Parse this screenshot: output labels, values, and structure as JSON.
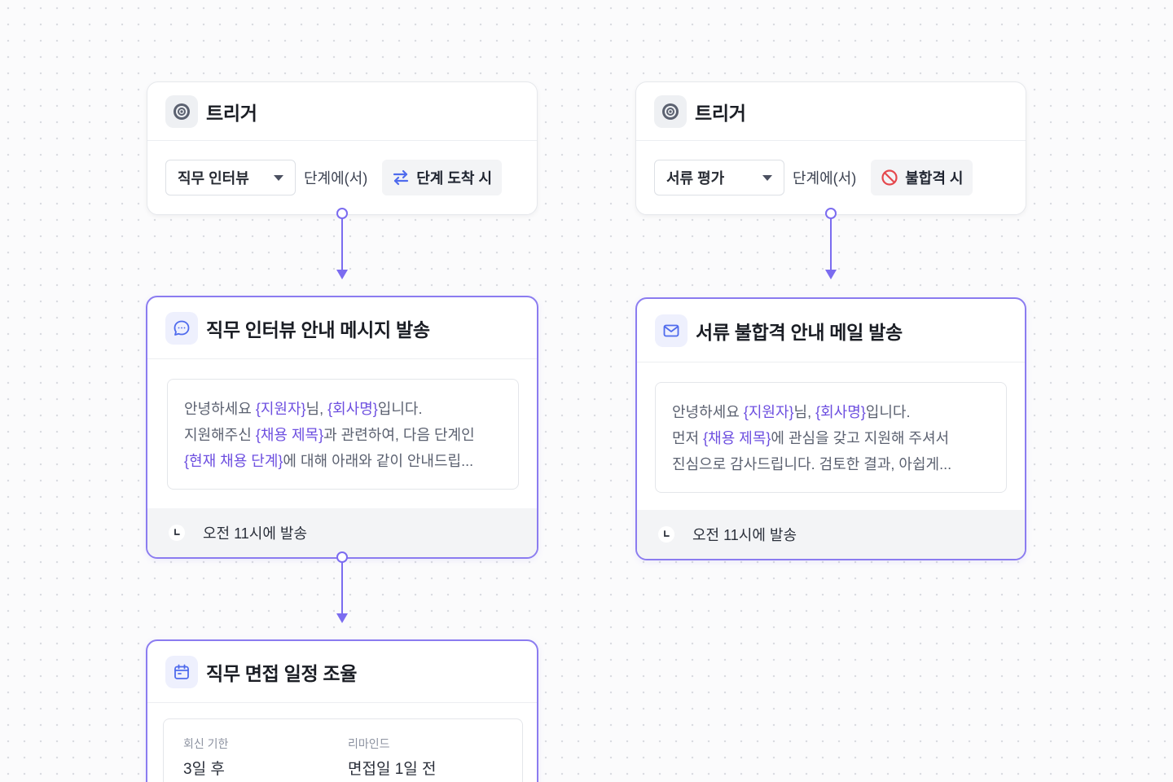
{
  "flows": [
    {
      "trigger": {
        "title": "트리거",
        "icon": "target-icon",
        "stage_select": "직무 인터뷰",
        "stage_text": "단계에(서)",
        "event_label": "단계 도착 시",
        "event_icon": "swap-arrows-icon"
      },
      "action": {
        "title": "직무 인터뷰 안내 메시지 발송",
        "icon": "chat-bubble-icon",
        "message": {
          "line1": {
            "t1": "안녕하세요 ",
            "v1": "{지원자}",
            "t2": "님, ",
            "v2": "{회사명}",
            "t3": "입니다."
          },
          "line2": {
            "t1": "지원해주신 ",
            "v1": "{채용 제목}",
            "t2": "과 관련하여, 다음 단계인"
          },
          "line3": {
            "v1": "{현재 채용 단계}",
            "t1": "에 대해 아래와 같이 안내드립..."
          }
        },
        "footer": "오전 11시에 발송"
      },
      "next_action": {
        "title": "직무 면접 일정 조율",
        "icon": "calendar-icon",
        "fields": [
          {
            "label": "회신 기한",
            "value": "3일 후"
          },
          {
            "label": "리마인드",
            "value": "면접일 1일 전"
          }
        ]
      }
    },
    {
      "trigger": {
        "title": "트리거",
        "icon": "target-icon",
        "stage_select": "서류 평가",
        "stage_text": "단계에(서)",
        "event_label": "불합격 시",
        "event_icon": "prohibited-icon"
      },
      "action": {
        "title": "서류 불합격 안내 메일 발송",
        "icon": "mail-icon",
        "message": {
          "line1": {
            "t1": "안녕하세요 ",
            "v1": "{지원자}",
            "t2": "님, ",
            "v2": "{회사명}",
            "t3": "입니다."
          },
          "line2": {
            "t1": "먼저 ",
            "v1": "{채용 제목}",
            "t2": "에 관심을 갖고 지원해 주셔서"
          },
          "line3": {
            "t1": "진심으로 감사드립니다. 검토한 결과, 아쉽게..."
          }
        },
        "footer": "오전 11시에 발송"
      }
    }
  ],
  "colors": {
    "accent": "#7b6cf0",
    "variable": "#6d4fe0",
    "swap_icon": "#4f6bed",
    "prohibited_icon": "#e5484d"
  }
}
